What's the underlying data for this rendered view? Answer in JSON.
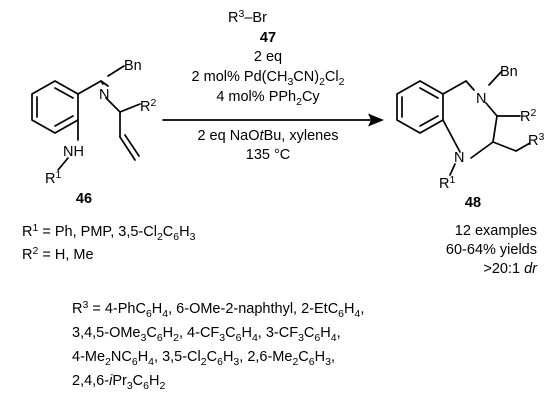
{
  "reagent": {
    "formula_label": "R3–Br",
    "compound_number": "47",
    "equivalents": "2 eq",
    "catalyst": "2 mol% Pd(CH3CN)2Cl2",
    "ligand": "4 mol% PPh2Cy",
    "base_solvent": "2 eq NaOtBu, xylenes",
    "temperature": "135 °C"
  },
  "starting_material": {
    "compound_number": "46",
    "atoms": {
      "nitrogen_bn": "N",
      "bn_group": "Bn",
      "nh": "NH",
      "r1": "R1",
      "r2": "R2"
    }
  },
  "product": {
    "compound_number": "48",
    "atoms": {
      "n_top": "N",
      "bn_group": "Bn",
      "n_bottom": "N",
      "r1": "R1",
      "r2": "R2",
      "r3": "R3"
    },
    "examples": "12 examples",
    "yields": "60-64% yields",
    "dr": ">20:1 dr"
  },
  "substituents": {
    "r1_list": "R1 = Ph, PMP, 3,5-Cl2C6H3",
    "r2_list": "R2 = H, Me",
    "r3_list_lines": [
      "R3 = 4-PhC6H4, 6-OMe-2-naphthyl, 2-EtC6H4,",
      "3,4,5-OMe3C6H2, 4-CF3C6H4,  3-CF3C6H4,",
      "4-Me2NC6H4, 3,5-Cl2C6H3, 2,6-Me2C6H3,",
      "2,4,6-iPr3C6H2"
    ]
  }
}
